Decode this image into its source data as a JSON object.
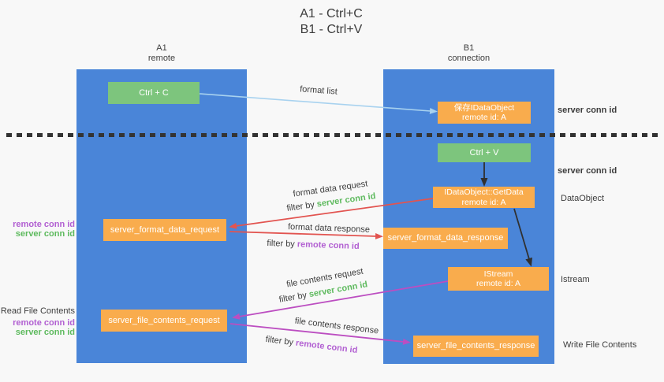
{
  "colors": {
    "bg": "#f8f8f8",
    "column-blue": "#4a85d8",
    "box-green": "#7dc57d",
    "box-orange": "#f9ac4d",
    "arrow-blue": "#a8d2ef",
    "arrow-red": "#e25450",
    "arrow-magenta": "#bc4ec1",
    "arrow-black": "#303030",
    "text-dark": "#3d3d3d",
    "text-green": "#5eba5e",
    "text-purple": "#b260d2",
    "dash": "#333333"
  },
  "title": {
    "line1": "A1 - Ctrl+C",
    "line2": "B1 - Ctrl+V"
  },
  "columns": {
    "a1": {
      "name": "A1",
      "subtitle": "remote"
    },
    "b1": {
      "name": "B1",
      "subtitle": "connection"
    }
  },
  "nodes": {
    "ctrl_c": {
      "label": "Ctrl + C"
    },
    "save_idataobject": {
      "line1": "保存IDataObject",
      "line2": "remote id: A"
    },
    "ctrl_v": {
      "label": "Ctrl + V"
    },
    "idataobject_getdata": {
      "line1": "IDataObject::GetData",
      "line2": "remote id: A"
    },
    "istream": {
      "line1": "IStream",
      "line2": "remote id: A"
    },
    "server_format_data_request": {
      "label": "server_format_data_request"
    },
    "server_format_data_response": {
      "label": "server_format_data_response"
    },
    "server_file_contents_request": {
      "label": "server_file_contents_request"
    },
    "server_file_contents_response": {
      "label": "server_file_contents_response"
    }
  },
  "arrow_labels": {
    "format_list": "format list",
    "format_data_request": "format data request",
    "format_data_response": "format data response",
    "file_contents_request": "file contents request",
    "file_contents_response": "file contents response",
    "filter_by": "filter by",
    "server_conn_id": "server conn id",
    "remote_conn_id": "remote conn id"
  },
  "side_labels": {
    "right_server_conn_id_top": "server conn id",
    "right_server_conn_id_mid": "server conn id",
    "dataobject": "DataObject",
    "istream": "Istream",
    "write_file_contents": "Write File Contents",
    "left_remote_conn_id_top": "remote conn id",
    "left_server_conn_id_top": "server conn id",
    "read_file_contents": "Read File Contents",
    "left_remote_conn_id_bottom": "remote conn id",
    "left_server_conn_id_bottom": "server conn id"
  }
}
